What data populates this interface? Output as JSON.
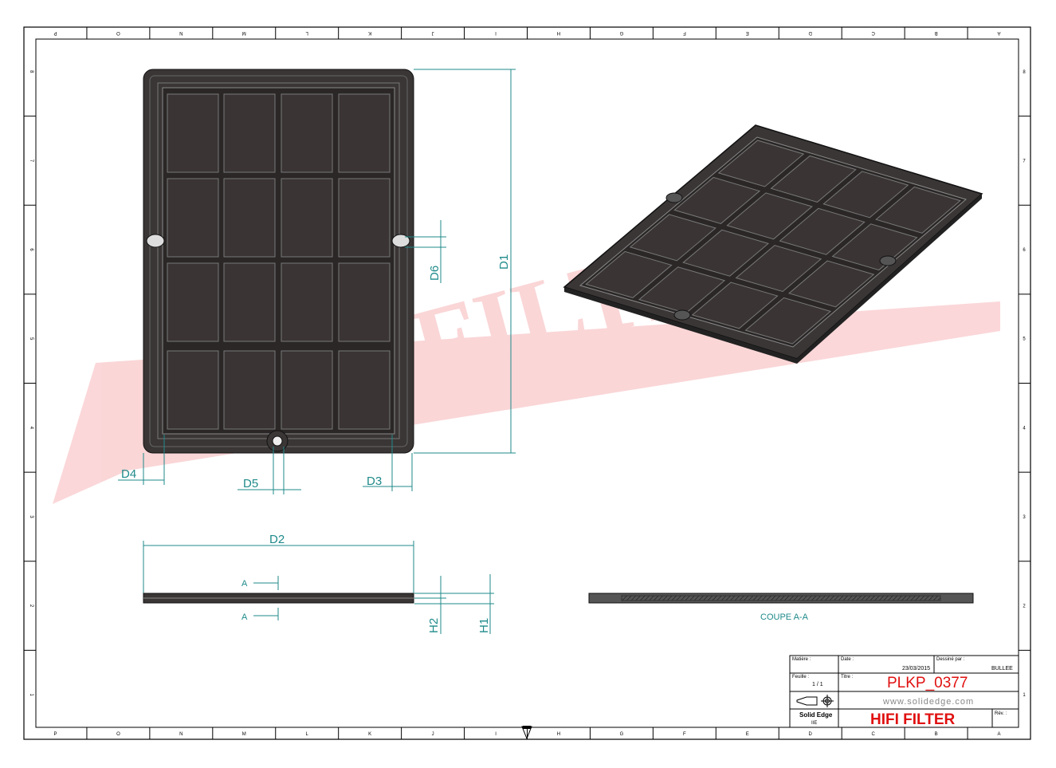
{
  "border": {
    "columns": [
      "P",
      "O",
      "N",
      "M",
      "L",
      "K",
      "J",
      "I",
      "H",
      "G",
      "F",
      "E",
      "D",
      "C",
      "B",
      "A"
    ],
    "rows": [
      "8",
      "7",
      "6",
      "5",
      "4",
      "3",
      "2",
      "1"
    ]
  },
  "watermark": "HIFI FILTER",
  "dimensions": {
    "d1": "D1",
    "d2": "D2",
    "d3": "D3",
    "d4": "D4",
    "d5": "D5",
    "d6": "D6",
    "h1": "H1",
    "h2": "H2",
    "section_mark": "A",
    "section_label": "COUPE A-A"
  },
  "title_block": {
    "material_label": "Matière :",
    "date_label": "Date :",
    "date": "23/03/2015",
    "drawn_by_label": "Dessiné par :",
    "drawn_by": "BULLEE",
    "sheet_label": "Feuille :",
    "sheet": "1 / 1",
    "title_label": "Titre :",
    "title": "PLKP_0377",
    "website": "www.solidedge.com",
    "software": "Solid Edge",
    "software_sub": "IIE",
    "company": "HIFI FILTER",
    "rev_label": "Rév. :"
  },
  "colors": {
    "dimension": "#1f8a8a",
    "title_red": "#e01010",
    "part": "#3b3636"
  }
}
